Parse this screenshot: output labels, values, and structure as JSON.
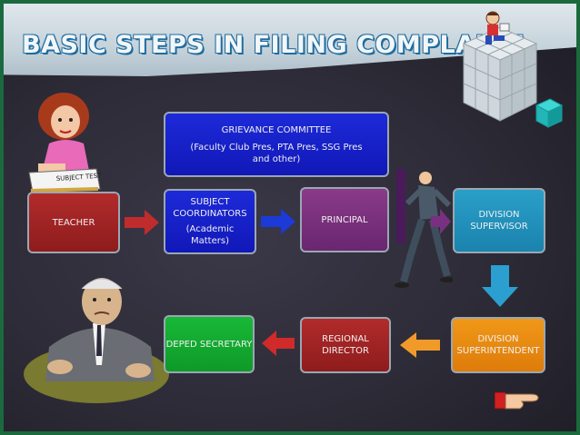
{
  "title": "BASIC STEPS IN FILING COMPLAINT",
  "boxes": {
    "grievance": {
      "line1": "GRIEVANCE COMMITTEE",
      "line2": "(Faculty Club Pres, PTA Pres, SSG Pres and other)"
    },
    "teacher": {
      "label": "TEACHER"
    },
    "subject": {
      "line1": "SUBJECT COORDINATORS",
      "line2": "(Academic Matters)"
    },
    "principal": {
      "label": "PRINCIPAL"
    },
    "division_supervisor": {
      "label": "DIVISION SUPERVISOR"
    },
    "division_superintendent": {
      "label": "DIVISION SUPERINTENDENT"
    },
    "regional_director": {
      "label": "REGIONAL DIRECTOR"
    },
    "deped_secretary": {
      "label": "DEPED SECRETARY"
    }
  },
  "illustrations": {
    "paper_text": "SUBJECT TEST"
  },
  "colors": {
    "teacher": "#a02424",
    "blue": "#1820c8",
    "purple": "#7a3080",
    "teal": "#2290bc",
    "orange": "#ea8a12",
    "green": "#12a830",
    "border": "#1a6a3e"
  }
}
